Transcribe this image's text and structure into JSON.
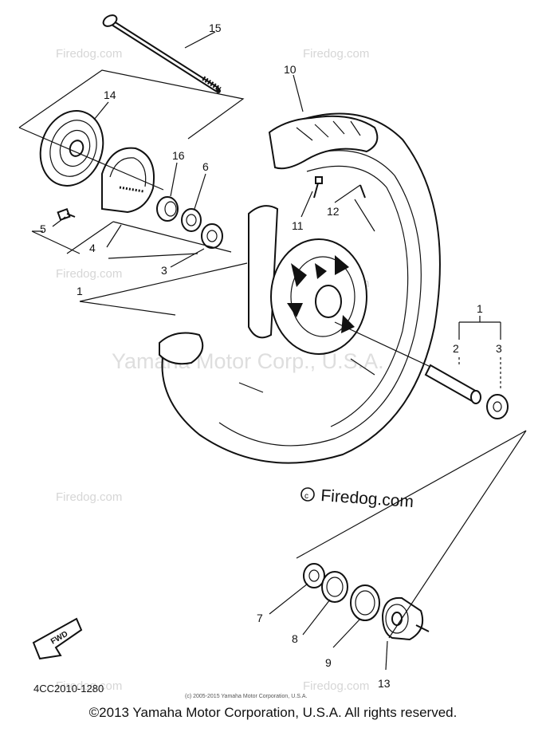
{
  "diagram": {
    "part_code": "4CC2010-1280",
    "fwd_label": "FWD",
    "center_watermark": "Yamaha Motor Corp., U.S.A.",
    "small_watermark": "Firedog.com",
    "big_watermark": "Firedog.com",
    "fineprint": "(c) 2005-2015 Yamaha Motor Corporation, U.S.A.",
    "copyright": "©2013 Yamaha Motor Corporation, U.S.A. All rights reserved.",
    "callouts": {
      "c1_left": "1",
      "c1_right": "1",
      "c2": "2",
      "c3_left": "3",
      "c3_right": "3",
      "c4": "4",
      "c5": "5",
      "c6": "6",
      "c7": "7",
      "c8": "8",
      "c9": "9",
      "c10": "10",
      "c11": "11",
      "c12": "12",
      "c13": "13",
      "c14": "14",
      "c15": "15",
      "c16": "16"
    }
  }
}
